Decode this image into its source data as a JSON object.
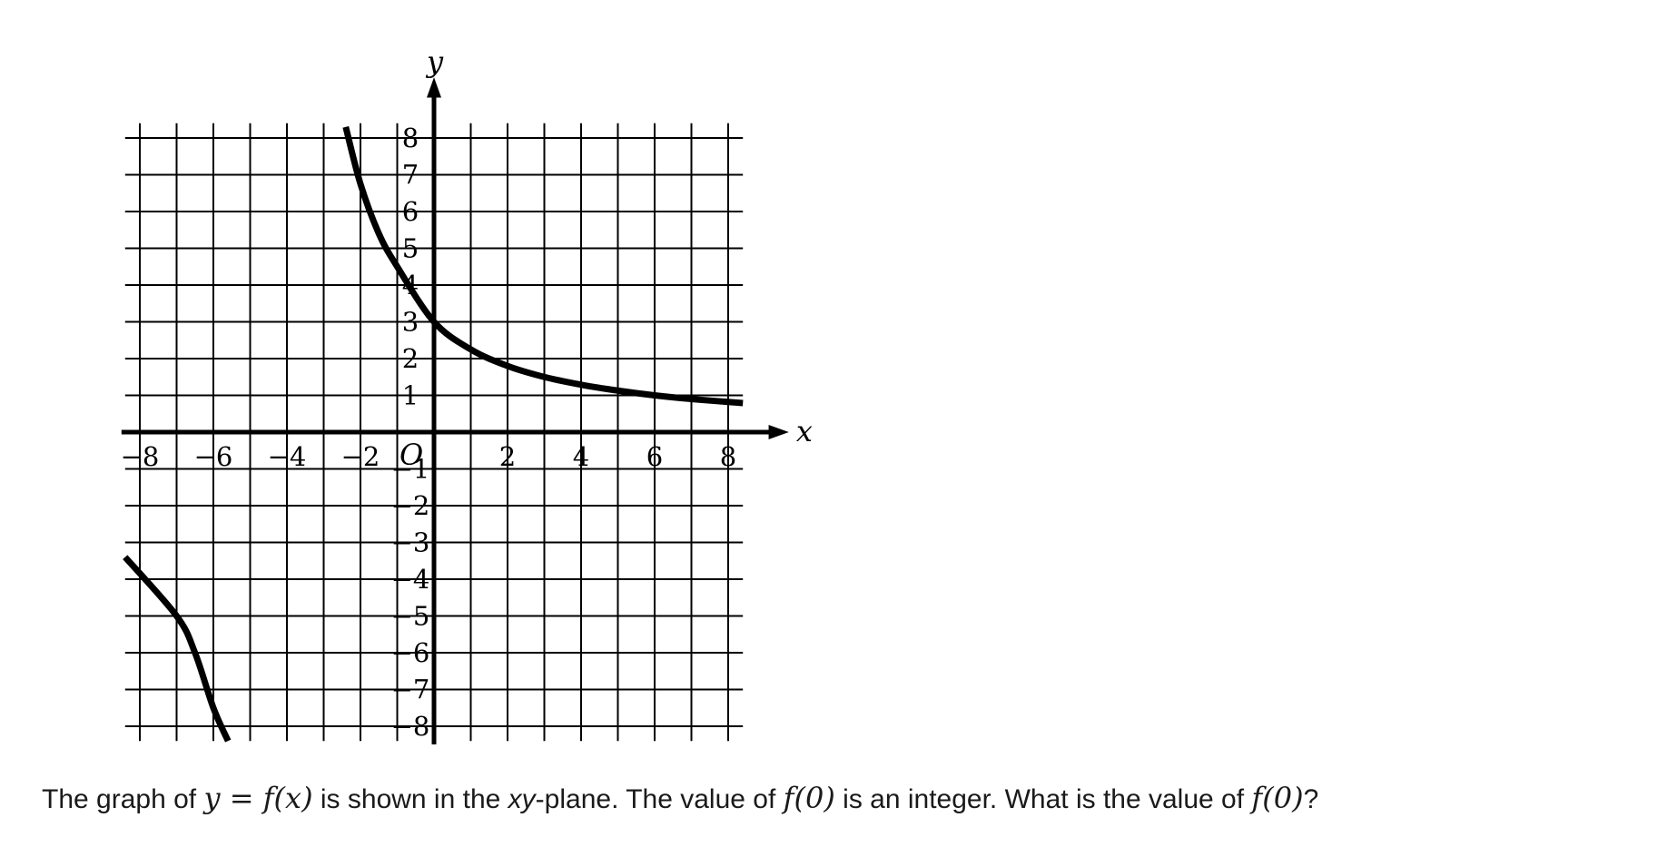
{
  "question": {
    "prefix": "The graph of ",
    "eq1": "y = f(x)",
    "mid1": " is shown in the ",
    "plane": "xy",
    "mid2": "-plane. The value of ",
    "eq2": "f(0)",
    "mid3": " is an integer. What is the value of ",
    "eq3": "f(0)",
    "suffix": "?"
  },
  "chart_data": {
    "type": "line",
    "title": "",
    "xlabel": "x",
    "ylabel": "y",
    "origin_label": "O",
    "xlim": [
      -8,
      8
    ],
    "ylim": [
      -8,
      8
    ],
    "grid": true,
    "x_ticks": [
      {
        "value": -8,
        "label": "−8"
      },
      {
        "value": -6,
        "label": "−6"
      },
      {
        "value": -4,
        "label": "−4"
      },
      {
        "value": -2,
        "label": "−2"
      },
      {
        "value": 2,
        "label": "2"
      },
      {
        "value": 4,
        "label": "4"
      },
      {
        "value": 6,
        "label": "6"
      },
      {
        "value": 8,
        "label": "8"
      }
    ],
    "y_ticks": [
      {
        "value": 8,
        "label": "8"
      },
      {
        "value": 7,
        "label": "7"
      },
      {
        "value": 6,
        "label": "6"
      },
      {
        "value": 5,
        "label": "5"
      },
      {
        "value": 4,
        "label": "4"
      },
      {
        "value": 3,
        "label": "3"
      },
      {
        "value": 2,
        "label": "2"
      },
      {
        "value": 1,
        "label": "1"
      },
      {
        "value": -1,
        "label": "−1"
      },
      {
        "value": -2,
        "label": "−2"
      },
      {
        "value": -3,
        "label": "−3"
      },
      {
        "value": -4,
        "label": "−4"
      },
      {
        "value": -5,
        "label": "−5"
      },
      {
        "value": -6,
        "label": "−6"
      },
      {
        "value": -7,
        "label": "−7"
      },
      {
        "value": -8,
        "label": "−8"
      }
    ],
    "series": [
      {
        "x": [
          -2.4,
          -2.0,
          -1.5,
          -1.0,
          0,
          1,
          2,
          3,
          4,
          5,
          6,
          7,
          8.4
        ],
        "y": [
          8.3,
          6.75,
          5.4,
          4.5,
          3.0,
          2.25,
          1.8,
          1.5,
          1.29,
          1.13,
          1.0,
          0.9,
          0.79
        ]
      },
      {
        "x": [
          -8.4,
          -7,
          -6.5,
          -6,
          -5.6
        ],
        "y": [
          -3.4,
          -5.0,
          -6.0,
          -7.5,
          -8.4
        ]
      }
    ]
  }
}
